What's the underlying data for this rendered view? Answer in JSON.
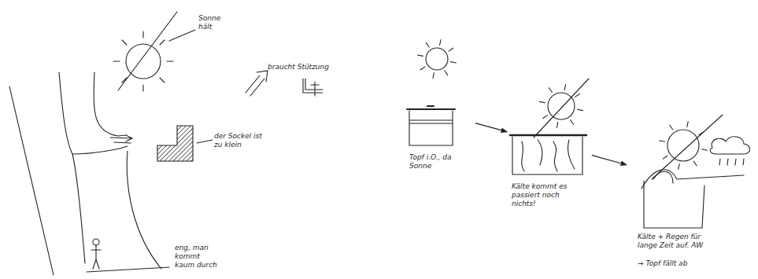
{
  "diagram": {
    "nodes": [
      {
        "text": [
          "Topf i.O., da Sonne"
        ]
      },
      {
        "text": [
          "Kälte kommt es passiert noch nichts!"
        ]
      },
      {
        "text": [
          "Kälte + Regen für lange Zeit auf. AW",
          "→ Topf fällt ab"
        ]
      }
    ],
    "edges": [
      {
        "from": 0,
        "to": 1,
        "arrow": "to"
      },
      {
        "from": 1,
        "to": 2,
        "arrow": "to"
      }
    ],
    "labels": [
      "Sonne hält",
      "braucht Stützung",
      "der Sockel ist zu klein",
      "eng, man kommt kaum durch"
    ]
  }
}
